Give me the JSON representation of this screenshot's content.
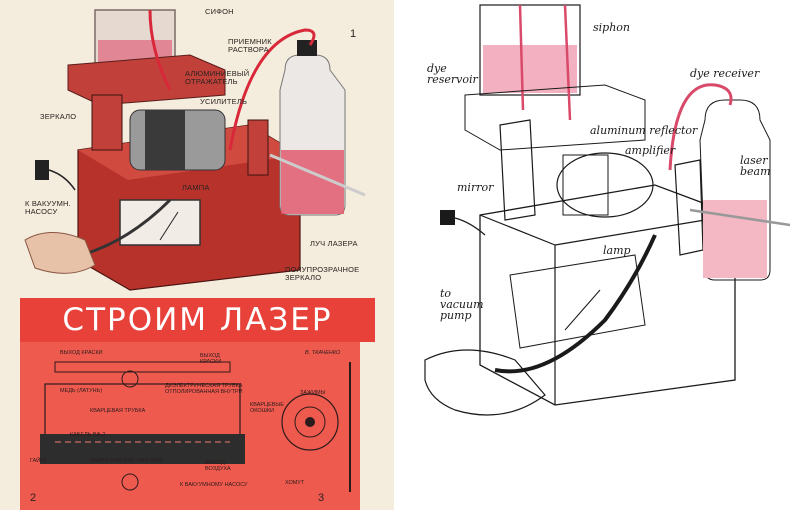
{
  "left_panel": {
    "labels": {
      "siphon": "СИФОН",
      "receiver": "ПРИЕМНИК РАСТВОРА",
      "aluminum_reflector": "АЛЮМИНИЕВЫЙ ОТРАЖАТЕЛЬ",
      "amplifier": "УСИЛИТЕЛЬ",
      "mirror": "ЗЕРКАЛО",
      "lamp": "ЛАМПА",
      "to_vacuum_pump": "К ВАКУУМН. НАСОСУ",
      "laser_beam": "ЛУЧ ЛАЗЕРА",
      "semi_mirror": "ПОЛУПРОЗРАЧНОЕ ЗЕРКАЛО"
    },
    "figure_numbers": [
      "1",
      "2",
      "3"
    ],
    "banner_title": "СТРОИМ ЛАЗЕР",
    "author": "В. ТКАЧЕНКО",
    "diagram_labels": {
      "dye_outlet": "ВЫХОД КРАСКИ",
      "dye_outlet_2": "ВЫХОД КРАСКИ",
      "brass_tube": "МЕДЬ (ЛАТУНЬ)",
      "dielectric_tube": "ДИЭЛЕКТРИЧЕСКАЯ ТРУБКА ОТПОЛИРОВАННАЯ ВНУТРИ",
      "quartz_tube": "КВАРЦЕВАЯ ТРУБКА",
      "quartz_windows": "КВАРЦЕВЫЕ ОКОШКИ",
      "cable": "КАБЕЛЬ ВФ-2",
      "clamp": "ЗАЖИМЫ",
      "nut": "ГАЙКА",
      "lamp_line": "ЛАМПА ИФК-120, ИФП-2000",
      "air_outlet": "ВЫХОД ВОЗДУХА",
      "to_vacuum_pump": "К ВАКУУМНОМУ НАСОСУ",
      "clip": "ХОМУТ"
    }
  },
  "right_panel": {
    "labels": {
      "siphon": "siphon",
      "dye_reservoir": "dye reservoir",
      "dye_receiver": "dye receiver",
      "aluminum_reflector": "aluminum reflector",
      "amplifier": "amplifier",
      "mirror": "mirror",
      "laser_beam": "laser beam",
      "lamp": "lamp",
      "to_vacuum_pump": "to vacuum pump"
    }
  },
  "colors": {
    "banner_red": "#e8413a",
    "diagram_red": "#ef5a4f",
    "device_red": "#b8322c",
    "dye_pink": "#d94a6a",
    "ink": "#1a1a1a"
  }
}
